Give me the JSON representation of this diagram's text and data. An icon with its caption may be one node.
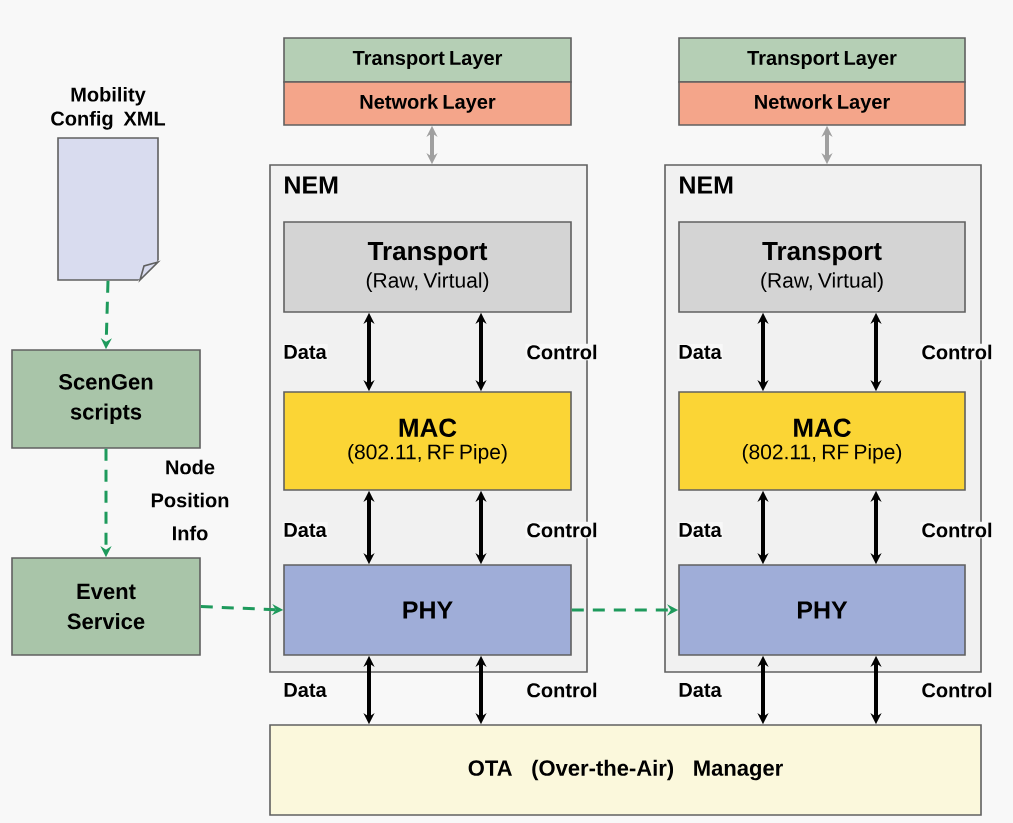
{
  "diagram": {
    "nodes": [
      {
        "text": [
          "Mobility Config XML"
        ]
      },
      {
        "text": [
          "ScenGen scripts"
        ]
      },
      {
        "text": [
          "Event Service"
        ]
      },
      {
        "text": [
          "Transport Layer"
        ]
      },
      {
        "text": [
          "Network Layer"
        ]
      },
      {
        "text": [
          "NEM"
        ]
      },
      {
        "text": [
          "Transport",
          "(Raw, Virtual)"
        ],
        "in": 5
      },
      {
        "text": [
          "MAC",
          "(802.11, RF Pipe)"
        ],
        "in": 5
      },
      {
        "text": [
          "PHY"
        ],
        "in": 5
      },
      {
        "text": [
          "Transport Layer"
        ]
      },
      {
        "text": [
          "Network Layer"
        ]
      },
      {
        "text": [
          "NEM"
        ]
      },
      {
        "text": [
          "Transport",
          "(Raw, Virtual)"
        ],
        "in": 11
      },
      {
        "text": [
          "MAC",
          "(802.11, RF Pipe)"
        ],
        "in": 11
      },
      {
        "text": [
          "PHY"
        ],
        "in": 11
      },
      {
        "text": [
          "OTA (Over-the-Air) Manager"
        ]
      }
    ],
    "edges": [
      {
        "from": 0,
        "to": 1,
        "arrow": "to",
        "style": "dashed",
        "color": "#1e9a5c"
      },
      {
        "from": 1,
        "to": 2,
        "arrow": "to",
        "style": "dashed",
        "color": "#1e9a5c",
        "label": "Node Position Info"
      },
      {
        "from": 2,
        "to": 8,
        "arrow": "to",
        "style": "dashed",
        "color": "#1e9a5c"
      },
      {
        "from": 8,
        "to": 14,
        "arrow": "to",
        "style": "dashed",
        "color": "#1e9a5c"
      },
      {
        "from": 4,
        "to": 5,
        "arrow": "both",
        "color": "#a0a0a0"
      },
      {
        "from": 10,
        "to": 11,
        "arrow": "both",
        "color": "#a0a0a0"
      },
      {
        "from": 6,
        "to": 7,
        "arrow": "both",
        "label": "Data"
      },
      {
        "from": 6,
        "to": 7,
        "arrow": "both",
        "label": "Control"
      },
      {
        "from": 7,
        "to": 8,
        "arrow": "both",
        "label": "Data"
      },
      {
        "from": 7,
        "to": 8,
        "arrow": "both",
        "label": "Control"
      },
      {
        "from": 8,
        "to": 15,
        "arrow": "both",
        "label": "Data"
      },
      {
        "from": 8,
        "to": 15,
        "arrow": "both",
        "label": "Control"
      },
      {
        "from": 12,
        "to": 13,
        "arrow": "both",
        "label": "Data"
      },
      {
        "from": 12,
        "to": 13,
        "arrow": "both",
        "label": "Control"
      },
      {
        "from": 13,
        "to": 14,
        "arrow": "both",
        "label": "Data"
      },
      {
        "from": 13,
        "to": 14,
        "arrow": "both",
        "label": "Control"
      },
      {
        "from": 14,
        "to": 15,
        "arrow": "both",
        "label": "Data"
      },
      {
        "from": 14,
        "to": 15,
        "arrow": "both",
        "label": "Control"
      }
    ]
  }
}
